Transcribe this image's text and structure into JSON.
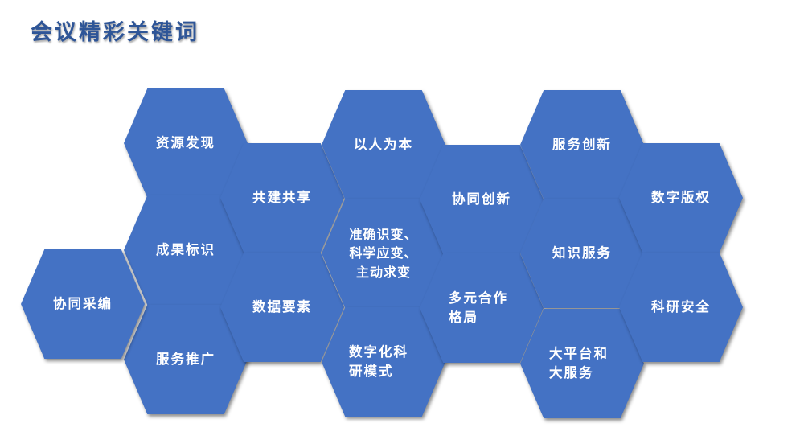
{
  "title": "会议精彩关键词",
  "hexagons": [
    {
      "id": "ziyuan-faxian",
      "label": "资源发现"
    },
    {
      "id": "gongjian-gongxiang",
      "label": "共建共享"
    },
    {
      "id": "chengguo-biaoshi",
      "label": "成果标识"
    },
    {
      "id": "xietong-caibian",
      "label": "协同采编"
    },
    {
      "id": "fuwu-tuiguang",
      "label": "服务推广"
    },
    {
      "id": "shuju-yaosu",
      "label": "数据要素"
    },
    {
      "id": "yiren-weiben",
      "label": "以人为本"
    },
    {
      "id": "zhunque-shibian",
      "label": "准确识变、\n科学应变、\n主动求变"
    },
    {
      "id": "shuzihua-keyan",
      "label": "数字化科\n研模式"
    },
    {
      "id": "xietong-chuangxin",
      "label": "协同创新"
    },
    {
      "id": "duoyuan-hezuo",
      "label": "多元合作\n格局"
    },
    {
      "id": "fuwu-chuangxin",
      "label": "服务创新"
    },
    {
      "id": "zhishi-fuwu",
      "label": "知识服务"
    },
    {
      "id": "dapingtai",
      "label": "大平台和\n大服务"
    },
    {
      "id": "shuzi-banquan",
      "label": "数字版权"
    },
    {
      "id": "keyan-anquan",
      "label": "科研安全"
    }
  ]
}
